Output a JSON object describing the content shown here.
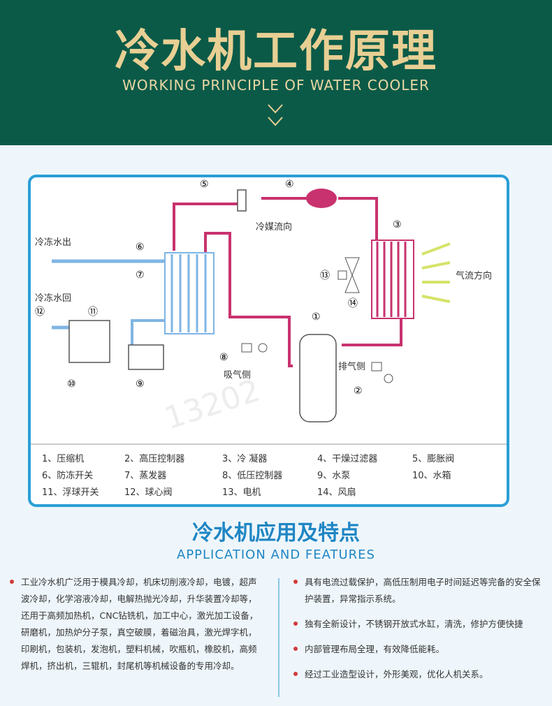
{
  "header": {
    "title_cn": "冷水机工作原理",
    "title_en": "WORKING PRINCIPLE OF WATER COOLER"
  },
  "diagram": {
    "labels": {
      "chilled_out": "冷冻水出",
      "chilled_return": "冷冻水回",
      "refrigerant_flow": "冷媒流向",
      "airflow": "气流方向",
      "suction_side": "吸气侧",
      "discharge_side": "排气侧"
    },
    "numbers": [
      "①",
      "②",
      "③",
      "④",
      "⑤",
      "⑥",
      "⑦",
      "⑧",
      "⑨",
      "⑩",
      "⑪",
      "⑫",
      "⑬",
      "⑭"
    ],
    "legend": [
      "1、压缩机",
      "2、高压控制器",
      "3、冷 凝器",
      "4、干燥过滤器",
      "5、膨胀阀",
      "6、防冻开关",
      "7、蒸发器",
      "8、低压控制器",
      "9、水泵",
      "10、水箱",
      "11、浮球开关",
      "12、球心阀",
      "13、电机",
      "14、风扇"
    ],
    "watermark": "13202"
  },
  "colors": {
    "refrigerant": "#c8326e",
    "water": "#7fb5e3",
    "accent": "#2a9fd6"
  },
  "section": {
    "title_cn": "冷水机应用及特点",
    "title_en": "APPLICATION AND FEATURES"
  },
  "applications": {
    "left_text": "工业冷水机广泛用于模具冷却，机床切削液冷却，电镀，超声波冷却，化学溶液冷却，电解热抛光冷却，升华装置冷却等，还用于高频加热机，CNC钻铣机，加工中心，激光加工设备，研磨机，加热炉分子泵，真空破膜，着磁治具，激光焊字机，印刷机，包装机，发泡机，塑料机械，吹瓶机，橡胶机，高频焊机，挤出机，三辊机，封尾机等机械设备的专用冷却。"
  },
  "features": [
    "具有电流过载保护，高低压制用电子时间延迟等完备的安全保护装置，异常指示系统。",
    "独有全新设计，不锈钢开放式水缸，清洗，修护方便快捷",
    "内部管理布局全理，有效降低能耗。",
    "经过工业造型设计，外形美观，优化人机关系。"
  ]
}
